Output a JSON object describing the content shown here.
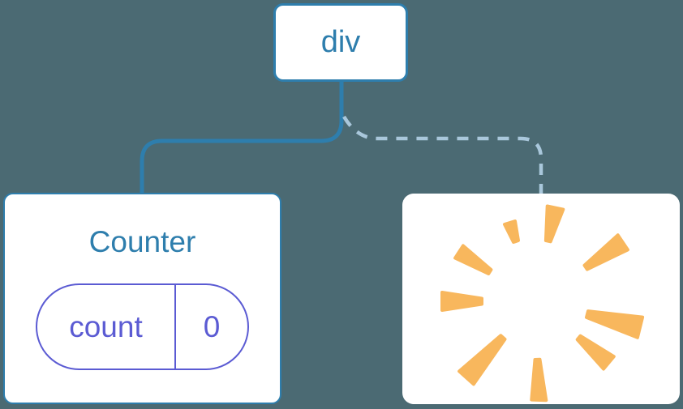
{
  "diagram": {
    "root_node": {
      "label": "div"
    },
    "counter_card": {
      "title": "Counter",
      "state_pill": {
        "key": "count",
        "value": "0"
      }
    },
    "removed_card": {
      "icon": "poof-icon"
    }
  },
  "colors": {
    "background": "#4B6A73",
    "node": "#2E7EAD",
    "dashed": "#A9C7DB",
    "state": "#5B5BD3",
    "poof": "#F8B75D",
    "card_bg": "#FFFFFF"
  }
}
